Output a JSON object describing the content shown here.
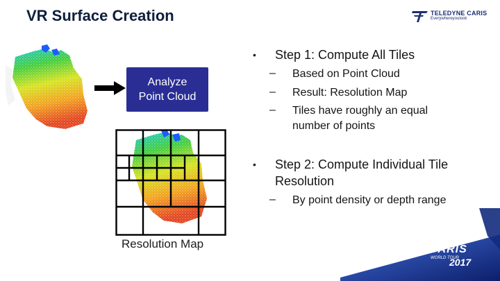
{
  "slide": {
    "title": "VR Surface Creation",
    "logo": {
      "brand": "TELEDYNE CARIS",
      "tagline": "Everywhereyoulook"
    },
    "analyze_box": {
      "line1": "Analyze",
      "line2": "Point Cloud"
    },
    "resolution_caption": "Resolution Map",
    "steps": [
      {
        "label": "Step 1: Compute All Tiles",
        "subitems": [
          "Based on Point Cloud",
          "Result: Resolution Map",
          "Tiles have roughly an equal",
          "number of points"
        ]
      },
      {
        "label_line1": "Step 2: Compute Individual Tile",
        "label_line2": "Resolution",
        "subitems": [
          "By point density or depth range"
        ]
      }
    ],
    "event_badge": {
      "name": "CARIS",
      "subtitle": "WORLD TOUR",
      "year": "2017"
    },
    "colors": {
      "title": "#0d1f3c",
      "analyze_box": "#2a2e94",
      "corner_blue": "#1f3a8f",
      "cloud_palette": [
        "#1e5cff",
        "#17c8d6",
        "#3fcc3a",
        "#d6e21c",
        "#f2a01a",
        "#e2421c"
      ]
    },
    "icons": [
      "teledyne-logo-icon",
      "right-arrow-icon"
    ]
  }
}
